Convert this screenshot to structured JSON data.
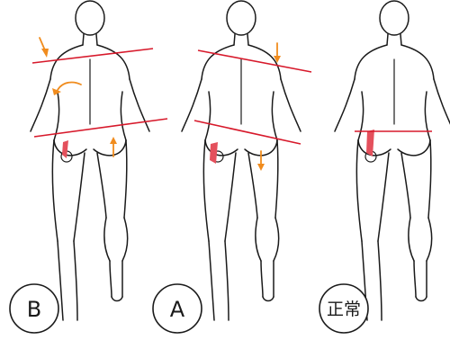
{
  "figures": [
    {
      "key": "b",
      "label": "B"
    },
    {
      "key": "a",
      "label": "A"
    },
    {
      "key": "normal",
      "label": "正常"
    }
  ],
  "colors": {
    "outline": "#1a1a1a",
    "tilt_line": "#d7192b",
    "muscle": "#e4505c",
    "arrow": "#f08c1e",
    "background": "#ffffff"
  },
  "icons": {
    "tilt_line": "red-tilt-line",
    "muscle": "red-muscle-highlight",
    "arrow": "orange-direction-arrow"
  }
}
